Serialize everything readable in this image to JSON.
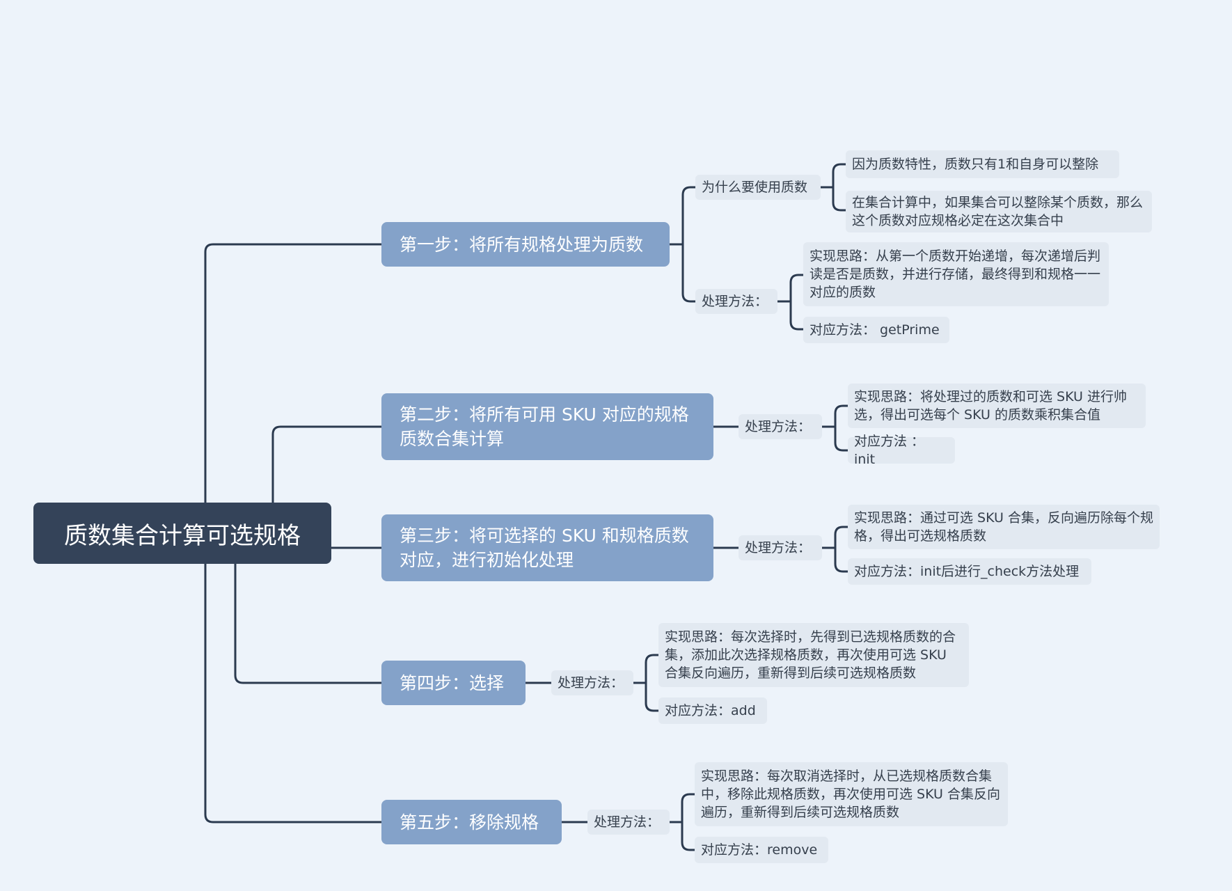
{
  "root": {
    "label": "质数集合计算可选规格"
  },
  "steps": [
    {
      "label": "第一步：将所有规格处理为质数",
      "groups": [
        {
          "label": "为什么要使用质数",
          "items": [
            "因为质数特性，质数只有1和自身可以整除",
            "在集合计算中，如果集合可以整除某个质数，那么这个质数对应规格必定在这次集合中"
          ]
        },
        {
          "label": "处理方法：",
          "items": [
            "实现思路：从第一个质数开始递增，每次递增后判读是否是质数，并进行存储，最终得到和规格一一对应的质数",
            "对应方法：  getPrime"
          ]
        }
      ]
    },
    {
      "label": "第二步：将所有可用 SKU 对应的规格质数合集计算",
      "groups": [
        {
          "label": "处理方法：",
          "items": [
            "实现思路：将处理过的质数和可选 SKU 进行帅选，得出可选每个 SKU 的质数乘积集合值",
            "对应方法 ： init"
          ]
        }
      ]
    },
    {
      "label": "第三步：将可选择的 SKU 和规格质数对应，进行初始化处理",
      "groups": [
        {
          "label": "处理方法：",
          "items": [
            "实现思路：通过可选 SKU 合集，反向遍历除每个规格，得出可选规格质数",
            "对应方法：init后进行_check方法处理"
          ]
        }
      ]
    },
    {
      "label": "第四步：选择",
      "groups": [
        {
          "label": "处理方法：",
          "items": [
            "实现思路：每次选择时，先得到已选规格质数的合集，添加此次选择规格质数，再次使用可选 SKU 合集反向遍历，重新得到后续可选规格质数",
            "对应方法：add"
          ]
        }
      ]
    },
    {
      "label": "第五步：移除规格",
      "groups": [
        {
          "label": "处理方法：",
          "items": [
            "实现思路：每次取消选择时，从已选规格质数合集中，移除此规格质数，再次使用可选 SKU 合集反向遍历，重新得到后续可选规格质数",
            "对应方法：remove"
          ]
        }
      ]
    }
  ],
  "colors": {
    "background": "#edf3fa",
    "root": "#344359",
    "step": "#84a2c9",
    "leaf": "#e2e9f1",
    "line": "#2b3a4f"
  }
}
